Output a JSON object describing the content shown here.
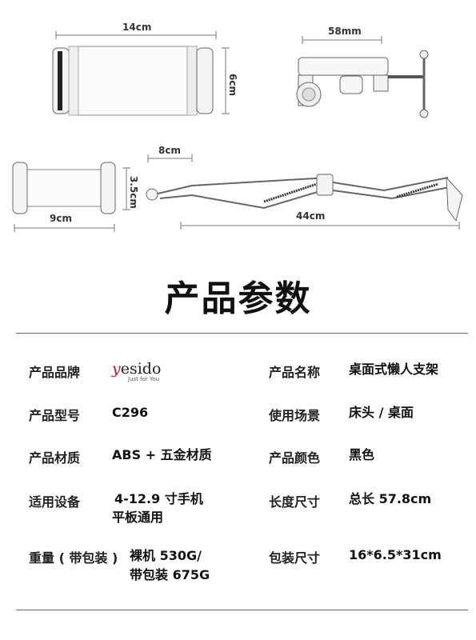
{
  "diagram": {
    "dims": {
      "width_14": "14cm",
      "height_6": "6cm",
      "clamp_58": "58mm",
      "arm_8": "8cm",
      "holder_35": "3.5cm",
      "holder_9": "9cm",
      "arm_44": "44cm"
    }
  },
  "title": "产品参数",
  "specs": {
    "brand_label": "产品品牌",
    "brand_logo": "yesido",
    "brand_tagline": "Just for You",
    "name_label": "产品名称",
    "name_value": "桌面式懒人支架",
    "model_label": "产品型号",
    "model_value": "C296",
    "scene_label": "使用场景",
    "scene_value": "床头 / 桌面",
    "material_label": "产品材质",
    "material_value": "ABS + 五金材质",
    "color_label": "产品颜色",
    "color_value": "黑色",
    "device_label": "适用设备",
    "device_line1": "4-12.9 寸手机",
    "device_line2": "平板通用",
    "length_label": "长度尺寸",
    "length_value": "总长 57.8cm",
    "weight_label": "重量 ( 带包装 )",
    "weight_line1": "裸机 530G/",
    "weight_line2": "带包装 675G",
    "pack_label": "包装尺寸",
    "pack_value": "16*6.5*31cm"
  }
}
